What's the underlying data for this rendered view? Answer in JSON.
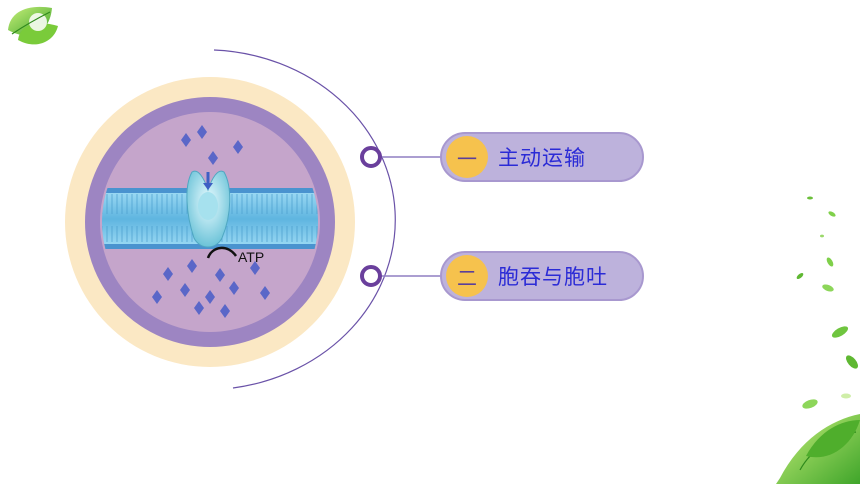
{
  "diagram": {
    "atp_label": "ATP"
  },
  "menu": {
    "items": [
      {
        "number": "一",
        "label": "主动运输"
      },
      {
        "number": "二",
        "label": "胞吞与胞吐"
      }
    ]
  },
  "colors": {
    "outer_ring": "#fbe8c4",
    "inner_ring": "#9d85c2",
    "cell_fill": "#c5a5cb",
    "membrane": "#7fc8ea",
    "arc_line": "#6a52a8",
    "pill_fill": "#bdb2dc",
    "number_badge": "#f6c24d",
    "label_text": "#2b2bd6",
    "molecule": "#5a67c8"
  }
}
